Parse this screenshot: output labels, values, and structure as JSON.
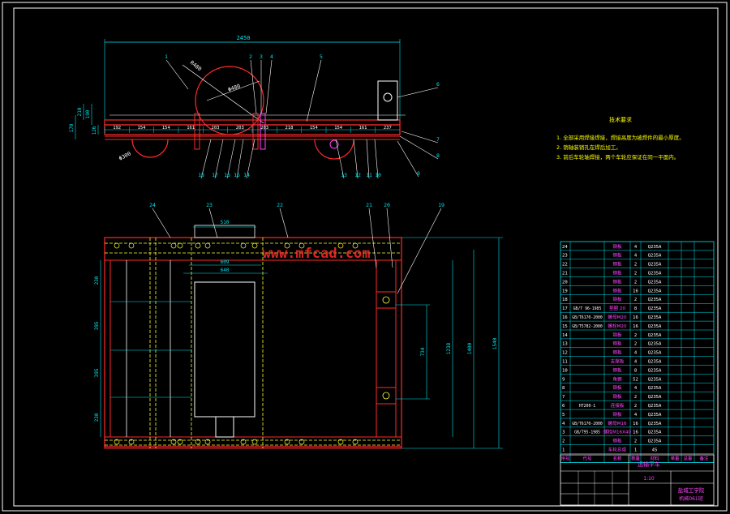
{
  "drawing": {
    "watermark": "www.mfcad.com",
    "colors": {
      "background": "#000000",
      "outline": "#ffffff",
      "part": "#ff2a2a",
      "dimension": "#00e5ee",
      "hidden": "#ffff33",
      "magenta": "#ff44ff",
      "text_yellow": "#ffff00"
    },
    "side_view": {
      "overall_length": "2450",
      "wheel_diameter": "Φ480",
      "wheel_radius_label": "R480",
      "small_wheel_diameter": "Φ300",
      "height_labels": [
        "170",
        "210",
        "190",
        "126"
      ],
      "segment_dims": [
        "192",
        "154",
        "154",
        "161",
        "203",
        "203",
        "203",
        "218",
        "154",
        "154",
        "161",
        "237"
      ],
      "top_callouts": [
        "1",
        "2",
        "3",
        "4",
        "5",
        "6"
      ],
      "right_callouts": [
        "7",
        "8",
        "9"
      ],
      "bottom_callouts": [
        "18",
        "17",
        "16",
        "15",
        "14",
        "13",
        "12",
        "11",
        "10"
      ]
    },
    "plan_view": {
      "top_dims": [
        "510",
        "609",
        "640"
      ],
      "left_dims": [
        "230",
        "395",
        "395",
        "230"
      ],
      "right_dims": [
        "734",
        "1238",
        "1400",
        "1540"
      ],
      "callouts": [
        "24",
        "23",
        "22",
        "21",
        "20",
        "19"
      ]
    },
    "notes": {
      "title": "技术要求",
      "items": [
        "1. 全部采用焊接焊接，焊接高度为被焊件的最小厚度。",
        "2. 销轴装销孔在焊后加工。",
        "3. 前后车轮轴焊接，两个车轮应保证在同一平面内。"
      ]
    },
    "parts_list": {
      "rows": [
        [
          "24",
          "",
          "钢板",
          "4",
          "Q235A"
        ],
        [
          "23",
          "",
          "钢板",
          "4",
          "Q235A"
        ],
        [
          "22",
          "",
          "钢板",
          "2",
          "Q235A"
        ],
        [
          "21",
          "",
          "钢板",
          "2",
          "Q235A"
        ],
        [
          "20",
          "",
          "钢板",
          "2",
          "Q235A"
        ],
        [
          "19",
          "",
          "钢板",
          "16",
          "Q235A"
        ],
        [
          "18",
          "",
          "钢板",
          "2",
          "Q235A"
        ],
        [
          "17",
          "GB/T 96-1985",
          "垫圈 20",
          "8",
          "Q235A"
        ],
        [
          "16",
          "GB/T6170-2000",
          "螺母M20",
          "16",
          "Q235A"
        ],
        [
          "15",
          "GB/T5782-2000",
          "螺栓M20",
          "16",
          "Q235A"
        ],
        [
          "14",
          "",
          "钢板",
          "2",
          "Q235A"
        ],
        [
          "13",
          "",
          "钢板",
          "2",
          "Q235A"
        ],
        [
          "12",
          "",
          "钢板",
          "4",
          "Q235A"
        ],
        [
          "11",
          "",
          "支撑板",
          "4",
          "Q235A"
        ],
        [
          "10",
          "",
          "钢板",
          "8",
          "Q235A"
        ],
        [
          "9",
          "",
          "角钢",
          "52",
          "Q235A"
        ],
        [
          "8",
          "",
          "钢板",
          "4",
          "Q235A"
        ],
        [
          "7",
          "",
          "钢板",
          "2",
          "Q235A"
        ],
        [
          "6",
          "HT200-1",
          "连接板",
          "2",
          "Q235A"
        ],
        [
          "5",
          "",
          "钢板",
          "4",
          "Q235A"
        ],
        [
          "4",
          "GB/T6170-2000",
          "螺母M16",
          "16",
          "Q235A"
        ],
        [
          "3",
          "GB/T95-1985",
          "螺栓M16X40",
          "16",
          "Q235A"
        ],
        [
          "2",
          "",
          "钢板",
          "2",
          "Q235A"
        ],
        [
          "1",
          "",
          "车轮总成",
          "1",
          "45"
        ]
      ],
      "header": [
        "序号",
        "代号",
        "名称",
        "数量",
        "材料",
        "单重",
        "总重",
        "备注"
      ]
    },
    "title_block": {
      "name": "运输平车",
      "school": "盐城工学院",
      "drawing_no": "机械061班",
      "scale": "1:10"
    }
  }
}
